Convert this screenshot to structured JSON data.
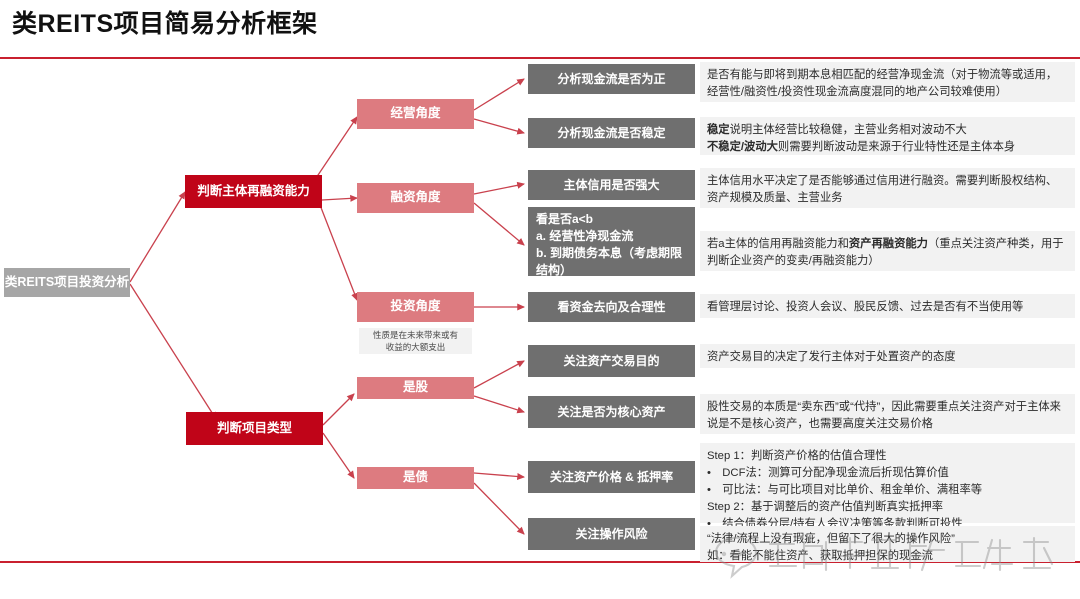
{
  "header": {
    "title": "类REITS项目简易分析框架"
  },
  "root": {
    "label": "类REITS项目投资分析"
  },
  "branches": [
    {
      "id": "refinance",
      "label": "判断主体再融资能力"
    },
    {
      "id": "project-type",
      "label": "判断项目类型"
    }
  ],
  "angles": [
    {
      "id": "operating",
      "label": "经营角度"
    },
    {
      "id": "financing",
      "label": "融资角度"
    },
    {
      "id": "investing",
      "label": "投资角度"
    },
    {
      "id": "equity",
      "label": "是股"
    },
    {
      "id": "debt",
      "label": "是债"
    }
  ],
  "notes": [
    {
      "id": "investing-note",
      "text": "性质是在未来带来或有\n收益的大额支出"
    }
  ],
  "items": [
    {
      "id": "cashflow-positive",
      "label": "分析现金流是否为正",
      "desc_html": "是否有能与即将到期本息相匹配的经营净现金流（对于物流等或适用，经营性/融资性/投资性现金流高度混同的地产公司较难使用）"
    },
    {
      "id": "cashflow-stable",
      "label": "分析现金流是否稳定",
      "desc_html": "<b>稳定</b>说明主体经营比较稳健，主营业务相对波动不大\n<b>不稳定/波动大</b>则需要判断波动是来源于行业特性还是主体本身"
    },
    {
      "id": "credit-strong",
      "label": "主体信用是否强大",
      "desc_html": "主体信用水平决定了是否能够通过信用进行融资。需要判断股权结构、资产规模及质量、主营业务"
    },
    {
      "id": "a-lt-b",
      "label": "看是否a<b\na. 经营性净现金流\nb. 到期债务本息（考虑期限结构）",
      "desc_html": "若a<b，则需要考虑<b>主体的信用再融资能力</b>和<b>资产再融资能力</b>（重点关注资产种类，用于判断企业资产的变卖/再融资能力）"
    },
    {
      "id": "fund-usage",
      "label": "看资金去向及合理性",
      "desc_html": "看管理层讨论、投资人会议、股民反馈、过去是否有不当使用等"
    },
    {
      "id": "deal-purpose",
      "label": "关注资产交易目的",
      "desc_html": "资产交易目的决定了发行主体对于处置资产的态度"
    },
    {
      "id": "core-asset",
      "label": "关注是否为核心资产",
      "desc_html": "股性交易的本质是“卖东西”或“代持”，因此需要重点关注资产对于主体来说是不是核心资产，也需要高度关注交易价格"
    },
    {
      "id": "price-ltv",
      "label": "关注资产价格 & 抵押率",
      "desc_html": "Step 1：判断资产价格的估值合理性\n•　DCF法：测算可分配净现金流后折现估算价值\n•　可比法：与可比项目对比单价、租金单价、满租率等\nStep 2：基于调整后的资产估值判断真实抵押率\n•　结合债券分层/持有人会议决策等条款判断可投性"
    },
    {
      "id": "operation-risk",
      "label": "关注操作风险",
      "desc_html": "“法律/流程上没有瑕疵，但留下了很大的操作风险”\n如：看能不能住资产、获取抵押担保的现金流"
    }
  ],
  "colors": {
    "accent_red": "#c9202f",
    "node_l1": "#c00418",
    "node_l2": "#dd7b80",
    "node_l3": "#6f6f6f",
    "node_root": "#a6a6a6",
    "panel_bg": "#f2f2f2",
    "connector": "#c9414d"
  }
}
